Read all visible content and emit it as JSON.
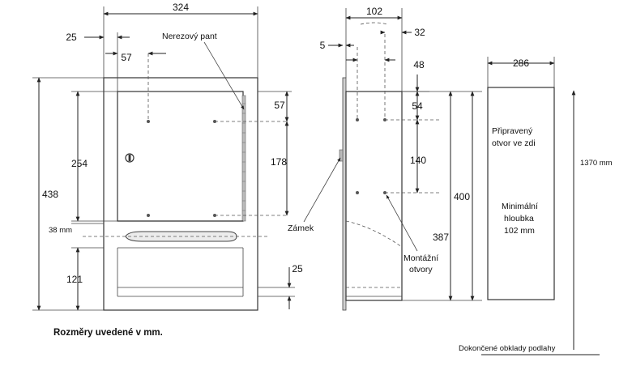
{
  "front_view": {
    "width_overall": "324",
    "inset_left": "25",
    "hole_offset": "57",
    "hinge_label": "Nerezový pant",
    "height_overall": "438",
    "door_height": "254",
    "slot_label": "38 mm",
    "bottom_section": "121",
    "top_hole_offset": "57",
    "hole_spacing": "178",
    "bottom_inset": "25"
  },
  "side_view": {
    "depth": "102",
    "offset_left": "5",
    "offset_right": "32",
    "top_offset": "48",
    "hole_top": "54",
    "hole_spacing": "140",
    "height_outer": "400",
    "height_inner": "387",
    "lock_label": "Zámek",
    "mounting_label_line1": "Montážní",
    "mounting_label_line2": "otvory"
  },
  "wall_opening": {
    "width": "286",
    "label_line1": "Připravený",
    "label_line2": "otvor ve zdi",
    "depth_line1": "Minimální",
    "depth_line2": "hloubka",
    "depth_line3": "102 mm",
    "floor_height": "1370 mm",
    "floor_label": "Dokončené obklady podlahy"
  },
  "footer_note": "Rozměry uvedené v mm."
}
